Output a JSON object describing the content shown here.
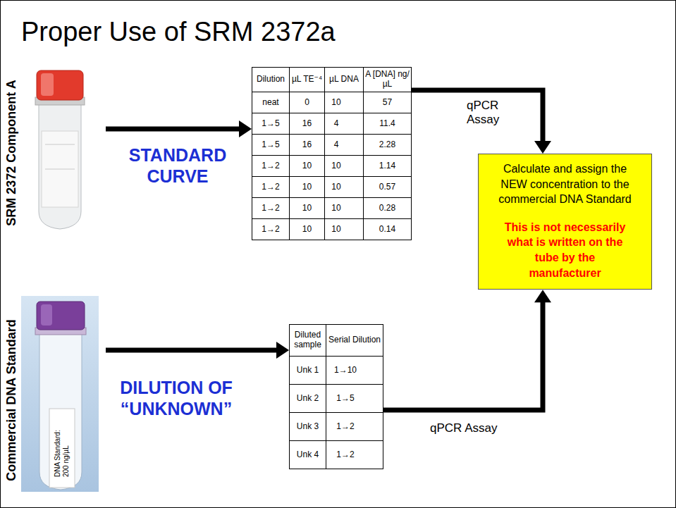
{
  "diagram": {
    "title": "Proper Use of SRM 2372a",
    "nodes": [
      {
        "text": [
          "SRM 2372 Component A"
        ]
      },
      {
        "text": [
          "Dilution",
          "µL TE⁻⁴",
          "µL DNA",
          "A [DNA] ng/µL",
          "neat",
          "0",
          "10",
          "57",
          "1→5",
          "16",
          "4",
          "11.4",
          "1→5",
          "16",
          "4",
          "2.28",
          "1→2",
          "10",
          "10",
          "1.14",
          "1→2",
          "10",
          "10",
          "0.57",
          "1→2",
          "10",
          "10",
          "0.28",
          "1→2",
          "10",
          "10",
          "0.14"
        ]
      },
      {
        "text": [
          "Calculate and assign the NEW concentration to the commercial DNA Standard",
          "This is not necessarily what is written on the tube by the manufacturer"
        ]
      },
      {
        "text": [
          "Commercial DNA Standard",
          "DNA Standard: 200 ng/µL"
        ]
      },
      {
        "text": [
          "Diluted sample",
          "Serial Dilution",
          "Unk 1",
          "1→10",
          "Unk 2",
          "1→5",
          "Unk 3",
          "1→2",
          "Unk 4",
          "1→2"
        ]
      }
    ],
    "edges": [
      {
        "from": 0,
        "to": 1,
        "arrow": "to",
        "label": "STANDARD CURVE"
      },
      {
        "from": 1,
        "to": 2,
        "arrow": "to",
        "label": "qPCR Assay"
      },
      {
        "from": 3,
        "to": 4,
        "arrow": "to",
        "label": "DILUTION OF “UNKNOWN”"
      },
      {
        "from": 4,
        "to": 2,
        "arrow": "to",
        "label": "qPCR Assay"
      }
    ]
  }
}
